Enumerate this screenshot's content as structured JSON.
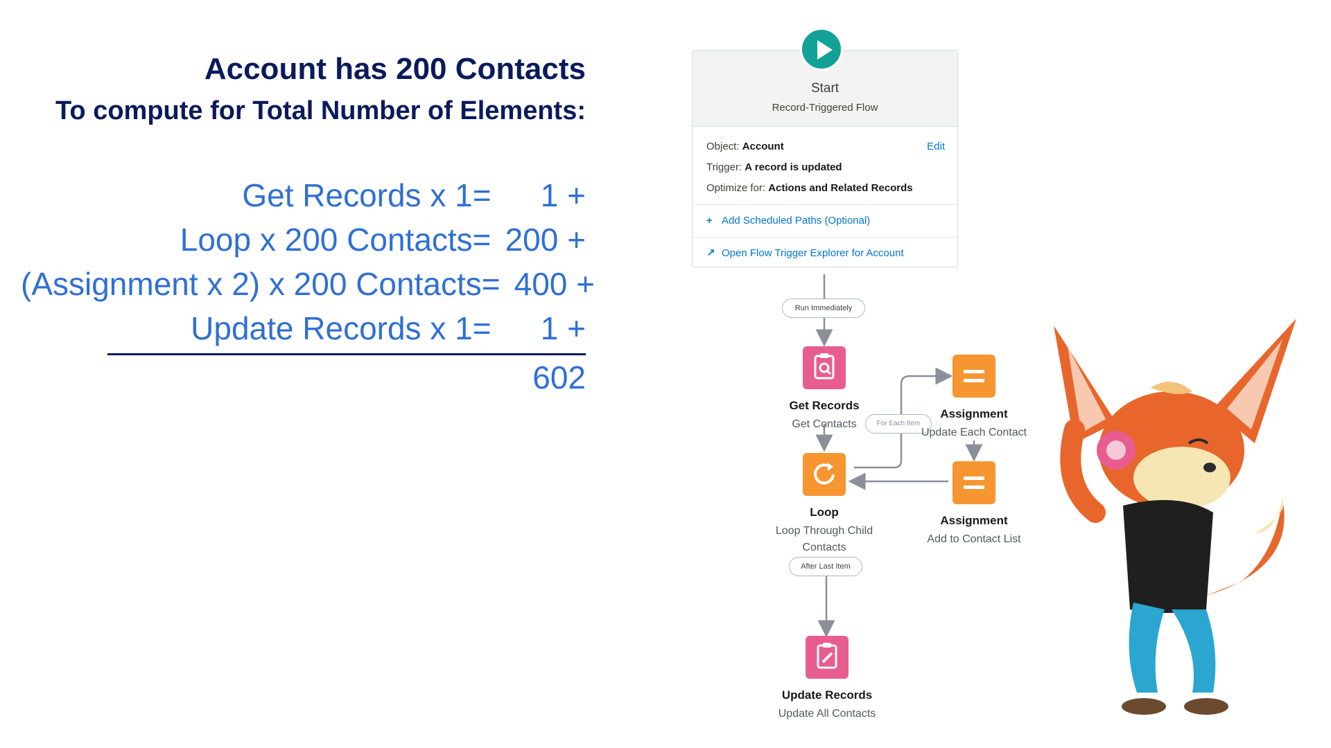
{
  "calc": {
    "heading": "Account has 200 Contacts",
    "subheading": "To compute for Total Number of Elements:",
    "rows": [
      {
        "label": "Get Records x 1=",
        "value": "1",
        "op": "+"
      },
      {
        "label": "Loop x 200 Contacts=",
        "value": "200",
        "op": "+"
      },
      {
        "label": "(Assignment x 2) x 200 Contacts=",
        "value": "400",
        "op": "+"
      },
      {
        "label": "Update Records x 1=",
        "value": "1",
        "op": "+"
      }
    ],
    "total": "602"
  },
  "flow": {
    "start": {
      "title": "Start",
      "subtitle": "Record-Triggered Flow",
      "object_label": "Object:",
      "object_value": "Account",
      "edit_label": "Edit",
      "trigger_label": "Trigger:",
      "trigger_value": "A record is updated",
      "optimize_label": "Optimize for:",
      "optimize_value": "Actions and Related Records",
      "scheduled_link": "Add Scheduled Paths (Optional)",
      "explorer_link": "Open Flow Trigger Explorer for Account"
    },
    "run_immediately": "Run Immediately",
    "for_each_item": "For Each Item",
    "after_last_item": "After Last Item",
    "get_records": {
      "title": "Get Records",
      "subtitle": "Get Contacts"
    },
    "loop": {
      "title": "Loop",
      "subtitle_1": "Loop Through Child",
      "subtitle_2": "Contacts"
    },
    "assignment_1": {
      "title": "Assignment",
      "subtitle": "Update Each Contact"
    },
    "assignment_2": {
      "title": "Assignment",
      "subtitle": "Add to Contact List"
    },
    "update_records": {
      "title": "Update Records",
      "subtitle": "Update All Contacts"
    }
  },
  "colors": {
    "heading": "#0b1a5c",
    "calc_text": "#2f6fd6",
    "start_teal": "#12a197",
    "pink_node": "#e85d8f",
    "orange_node": "#f79531",
    "link_blue": "#0176d3"
  },
  "icons": [
    "play-icon",
    "get-records-icon",
    "loop-icon",
    "assignment-icon",
    "update-records-icon",
    "plus-icon",
    "external-link-icon",
    "fox-mascot"
  ]
}
